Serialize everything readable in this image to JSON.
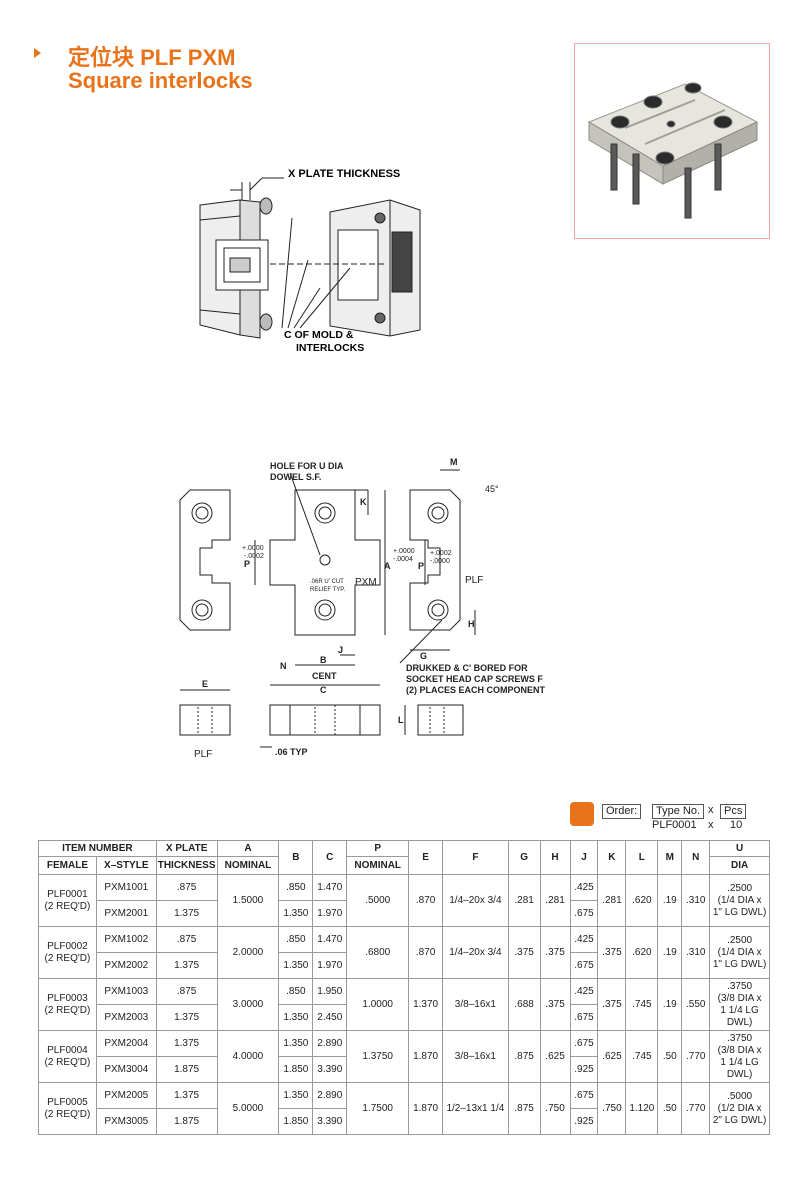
{
  "title": {
    "cn": "定位块 PLF  PXM",
    "en": "Square interlocks"
  },
  "diagram_top": {
    "x_plate_label": "X PLATE THICKNESS",
    "center_label_1": "C OF MOLD &",
    "center_label_2": "INTERLOCKS"
  },
  "diagram_main": {
    "hole_label_1": "HOLE FOR U DIA",
    "hole_label_2": "DOWEL S.F.",
    "tol_p_left": "+.0000",
    "tol_p_left2": "-.0002",
    "tol_a_1": "+.0000",
    "tol_a_2": "-.0004",
    "tol_p_right": "+.0002",
    "tol_p_right2": "-.0000",
    "relief_1": ".06R U' CUT",
    "relief_2": "RELIEF TYP.",
    "pxm": "PXM",
    "plf": "PLF",
    "angle": "45°",
    "k": "K",
    "p": "P",
    "a": "A",
    "m": "M",
    "h": "H",
    "g": "G",
    "j": "J",
    "n": "N",
    "b": "B",
    "cent": "CENT",
    "c": "C",
    "e": "E",
    "l": "L",
    "drill_1": "DRUKKED & C' BORED FOR",
    "drill_2": "SOCKET HEAD CAP SCREWS F",
    "drill_3": "(2) PLACES EACH COMPONENT",
    "plf_bottom": "PLF",
    "typ": ".06 TYP"
  },
  "order": {
    "label": "Order:",
    "type_label": "Type No.",
    "x": "x",
    "pcs_label": "Pcs",
    "type_value": "PLF0001",
    "pcs_value": "10"
  },
  "table": {
    "headers": {
      "item_number": "ITEM NUMBER",
      "female": "FEMALE",
      "xstyle": "X–STYLE",
      "xplate_1": "X PLATE",
      "xplate_2": "THICKNESS",
      "a_1": "A",
      "a_2": "NOMINAL",
      "b": "B",
      "c": "C",
      "p_1": "P",
      "p_2": "NOMINAL",
      "e": "E",
      "f": "F",
      "g": "G",
      "h": "H",
      "j": "J",
      "k": "K",
      "l": "L",
      "m": "M",
      "n": "N",
      "u_1": "U",
      "u_2": "DIA"
    },
    "groups": [
      {
        "female_1": "PLF0001",
        "female_2": "(2 REQ'D)",
        "rows": [
          {
            "x": "PXM1001",
            "thick": ".875",
            "b": ".850",
            "c": "1.470",
            "j": ".425"
          },
          {
            "x": "PXM2001",
            "thick": "1.375",
            "b": "1.350",
            "c": "1.970",
            "j": ".675"
          }
        ],
        "a": "1.5000",
        "p": ".5000",
        "e": ".870",
        "f": "1/4–20x 3/4",
        "g": ".281",
        "h": ".281",
        "k": ".281",
        "l": ".620",
        "m": ".19",
        "n": ".310",
        "u_1": ".2500",
        "u_2": "(1/4 DIA x",
        "u_3": "1\" LG DWL)"
      },
      {
        "female_1": "PLF0002",
        "female_2": "(2 REQ'D)",
        "rows": [
          {
            "x": "PXM1002",
            "thick": ".875",
            "b": ".850",
            "c": "1.470",
            "j": ".425"
          },
          {
            "x": "PXM2002",
            "thick": "1.375",
            "b": "1.350",
            "c": "1.970",
            "j": ".675"
          }
        ],
        "a": "2.0000",
        "p": ".6800",
        "e": ".870",
        "f": "1/4–20x 3/4",
        "g": ".375",
        "h": ".375",
        "k": ".375",
        "l": ".620",
        "m": ".19",
        "n": ".310",
        "u_1": ".2500",
        "u_2": "(1/4 DIA x",
        "u_3": "1\" LG DWL)"
      },
      {
        "female_1": "PLF0003",
        "female_2": "(2 REQ'D)",
        "rows": [
          {
            "x": "PXM1003",
            "thick": ".875",
            "b": ".850",
            "c": "1.950",
            "j": ".425"
          },
          {
            "x": "PXM2003",
            "thick": "1.375",
            "b": "1.350",
            "c": "2.450",
            "j": ".675"
          }
        ],
        "a": "3.0000",
        "p": "1.0000",
        "e": "1.370",
        "f": "3/8–16x1",
        "g": ".688",
        "h": ".375",
        "k": ".375",
        "l": ".745",
        "m": ".19",
        "n": ".550",
        "u_1": ".3750",
        "u_2": "(3/8 DIA x",
        "u_3": "1 1/4 LG DWL)"
      },
      {
        "female_1": "PLF0004",
        "female_2": "(2 REQ'D)",
        "rows": [
          {
            "x": "PXM2004",
            "thick": "1.375",
            "b": "1.350",
            "c": "2.890",
            "j": ".675"
          },
          {
            "x": "PXM3004",
            "thick": "1.875",
            "b": "1.850",
            "c": "3.390",
            "j": ".925"
          }
        ],
        "a": "4.0000",
        "p": "1.3750",
        "e": "1.870",
        "f": "3/8–16x1",
        "g": ".875",
        "h": ".625",
        "k": ".625",
        "l": ".745",
        "m": ".50",
        "n": ".770",
        "u_1": ".3750",
        "u_2": "(3/8 DIA x",
        "u_3": "1 1/4 LG DWL)"
      },
      {
        "female_1": "PLF0005",
        "female_2": "(2 REQ'D)",
        "rows": [
          {
            "x": "PXM2005",
            "thick": "1.375",
            "b": "1.350",
            "c": "2.890",
            "j": ".675"
          },
          {
            "x": "PXM3005",
            "thick": "1.875",
            "b": "1.850",
            "c": "3.390",
            "j": ".925"
          }
        ],
        "a": "5.0000",
        "p": "1.7500",
        "e": "1.870",
        "f": "1/2–13x1 1/4",
        "g": ".875",
        "h": ".750",
        "k": ".750",
        "l": "1.120",
        "m": ".50",
        "n": ".770",
        "u_1": ".5000",
        "u_2": "(1/2 DIA x",
        "u_3": "2\" LG DWL)"
      }
    ]
  },
  "colors": {
    "accent": "#e8731a",
    "frame": "#f0a8a8",
    "photo_body": "#d9d9d2"
  },
  "icons": {
    "title_marker": "triangle-right-icon",
    "order_marker": "phone-icon"
  }
}
